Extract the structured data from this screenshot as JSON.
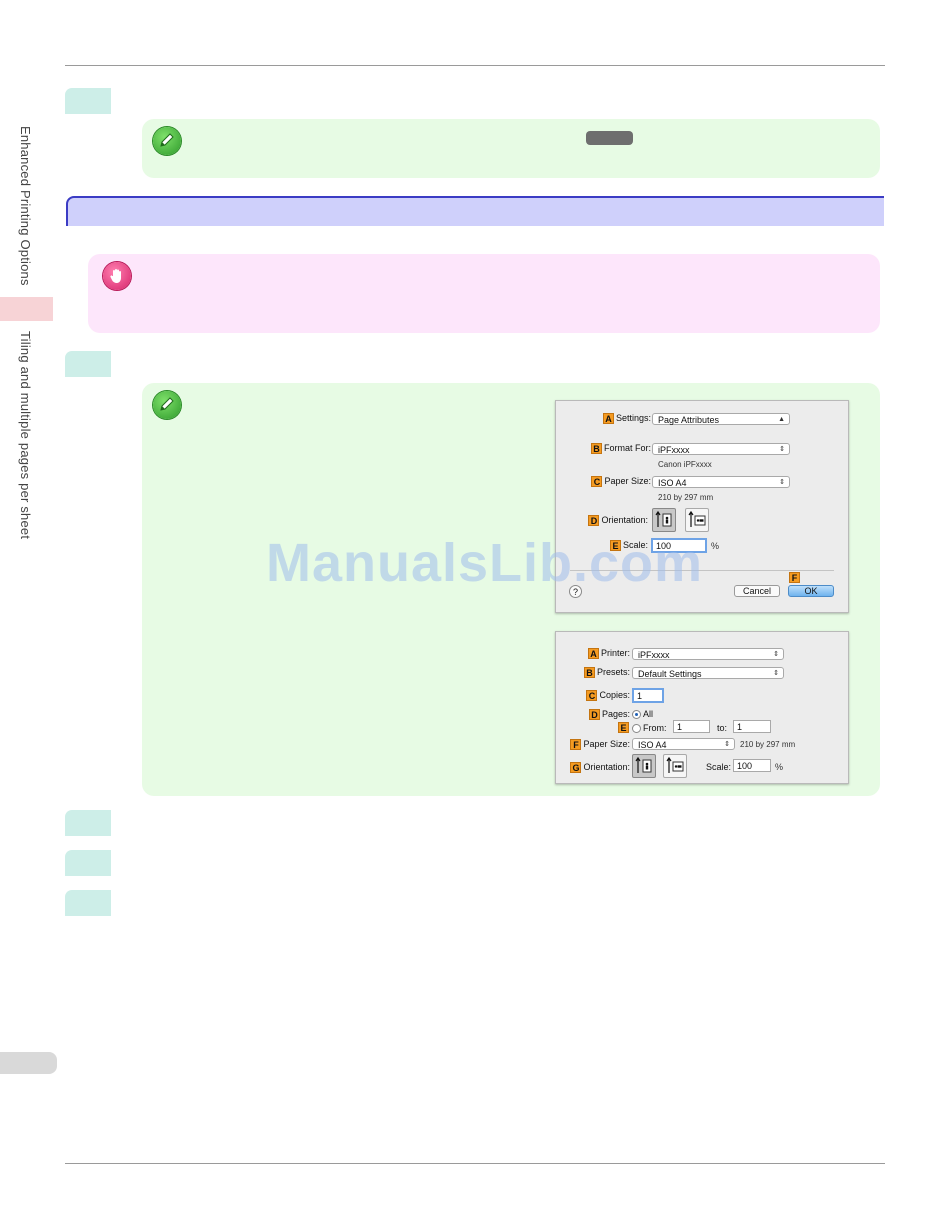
{
  "side_tabs": {
    "chapter": "Enhanced Printing Options",
    "section": "Tiling and multiple pages per sheet"
  },
  "page_setup_dialog": {
    "settings": {
      "badge": "A",
      "label": "Settings:",
      "value": "Page Attributes"
    },
    "format_for": {
      "badge": "B",
      "label": "Format For:",
      "value": "iPFxxxx",
      "sub": "Canon iPFxxxx"
    },
    "paper_size": {
      "badge": "C",
      "label": "Paper Size:",
      "value": "ISO A4",
      "sub": "210 by 297 mm"
    },
    "orientation": {
      "badge": "D",
      "label": "Orientation:"
    },
    "scale": {
      "badge": "E",
      "label": "Scale:",
      "value": "100",
      "unit": "%"
    },
    "ok_badge": "F",
    "help": "?",
    "cancel": "Cancel",
    "ok": "OK"
  },
  "print_dialog": {
    "printer": {
      "badge": "A",
      "label": "Printer:",
      "value": "iPFxxxx"
    },
    "presets": {
      "badge": "B",
      "label": "Presets:",
      "value": "Default Settings"
    },
    "copies": {
      "badge": "C",
      "label": "Copies:",
      "value": "1"
    },
    "pages": {
      "badge": "D",
      "label": "Pages:",
      "all": "All"
    },
    "range": {
      "badge": "E",
      "from_label": "From:",
      "from_value": "1",
      "to_label": "to:",
      "to_value": "1"
    },
    "paper_size": {
      "badge": "F",
      "label": "Paper Size:",
      "value": "ISO A4",
      "sub": "210 by 297 mm"
    },
    "orientation": {
      "badge": "G",
      "label": "Orientation:"
    },
    "scale": {
      "label": "Scale:",
      "value": "100",
      "unit": "%"
    }
  },
  "watermark": "ManualsLib.com",
  "colors": {
    "note_bg": "#e7fbe4",
    "important_bg": "#fde6fb",
    "section_bar": "#cfd0fb",
    "step_tab": "#cdeee8",
    "badge": "#f59b21"
  }
}
